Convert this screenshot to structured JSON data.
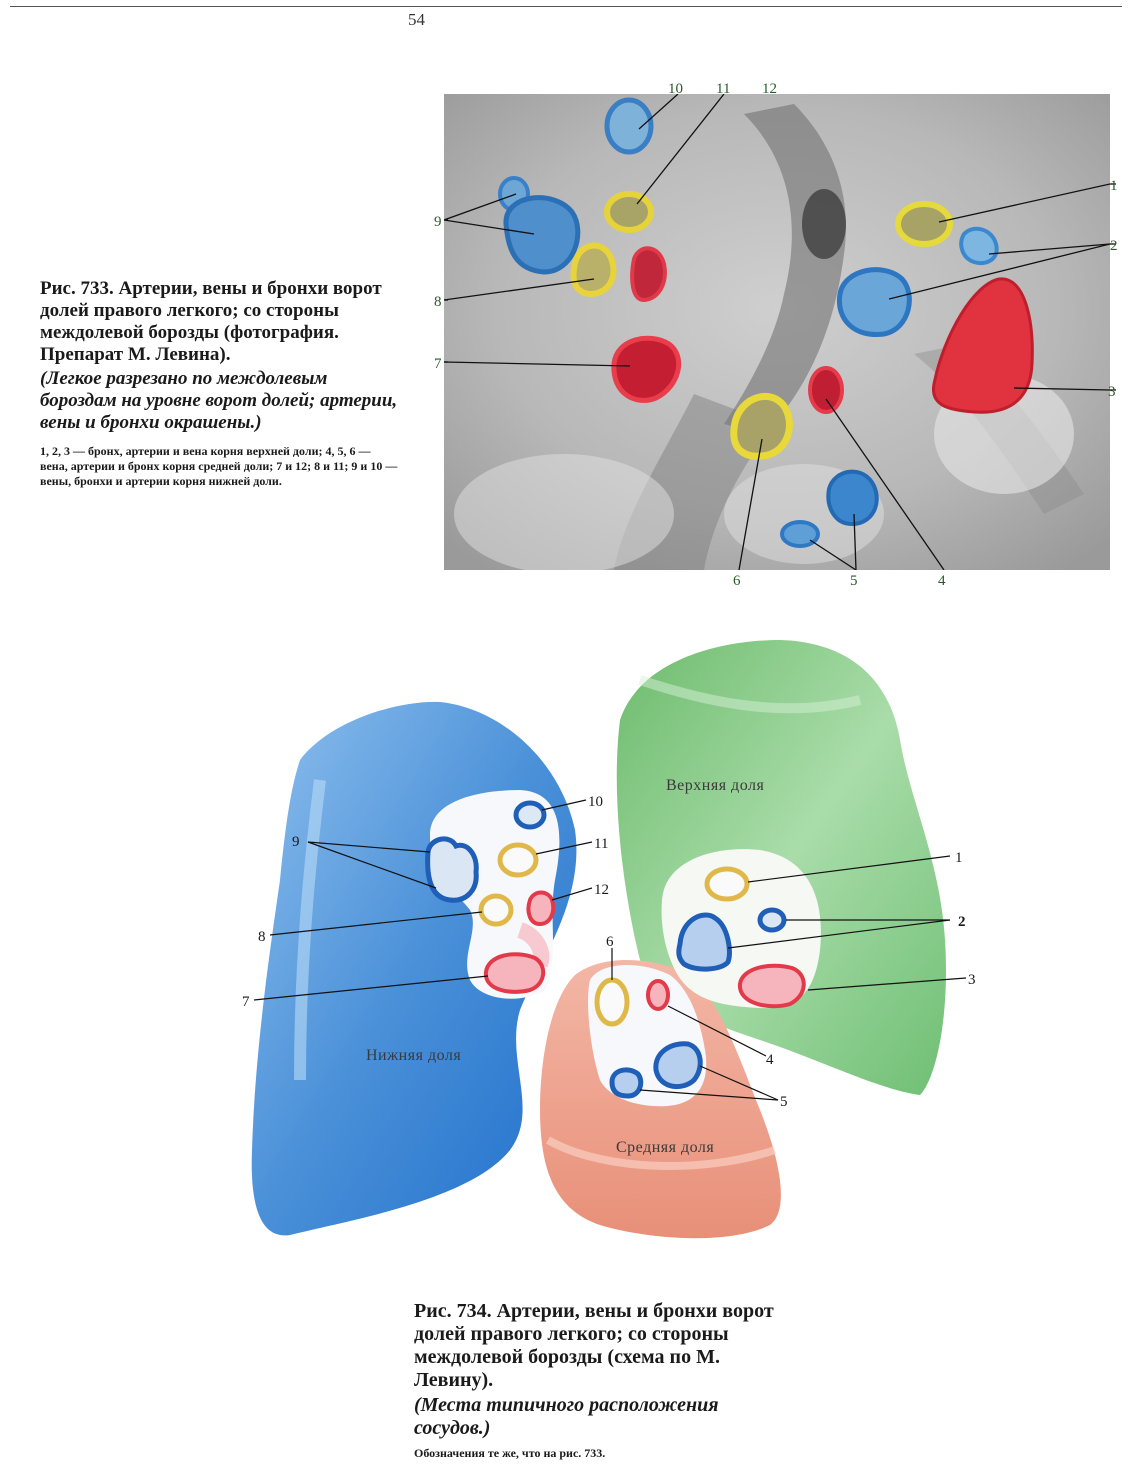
{
  "page": {
    "number": "54"
  },
  "fig733": {
    "title": "Рис. 733. Артерии, вены и бронхи ворот долей правого легкого; со стороны междолевой борозды (фотография. Препарат М. Левина).",
    "subtitle": "(Легкое разрезано по междолевым бороздам на уровне ворот долей; артерии, вены и бронхи окрашены.)",
    "note": "1, 2, 3 — бронх, артерии и вена корня верхней доли; 4, 5, 6 — вена, артерии и бронх корня средней доли; 7 и 12; 8 и 11; 9 и 10 — вены, бронхи и артерии корня нижней доли.",
    "labels": [
      "1",
      "2",
      "3",
      "4",
      "5",
      "6",
      "7",
      "8",
      "9",
      "10",
      "11",
      "12"
    ]
  },
  "fig734": {
    "title": "Рис. 734. Артерии, вены и бронхи ворот долей правого легкого; со стороны междолевой борозды (схема по М. Левину).",
    "subtitle": "(Места типичного расположения сосудов.)",
    "note": "Обозначения те же, что на рис. 733.",
    "lobes": {
      "upper": "Верхняя доля",
      "lower": "Нижняя доля",
      "middle": "Средняя доля"
    },
    "labels": [
      "1",
      "2",
      "3",
      "4",
      "5",
      "6",
      "7",
      "8",
      "9",
      "10",
      "11",
      "12"
    ]
  },
  "colors": {
    "artery_blue": "#1f5fb8",
    "vein_red": "#e23a4a",
    "bronchus_yellow": "#e0b84a",
    "upper_lobe": "#8fcf8f",
    "lower_lobe": "#4a90d8",
    "middle_lobe": "#eba08c"
  }
}
